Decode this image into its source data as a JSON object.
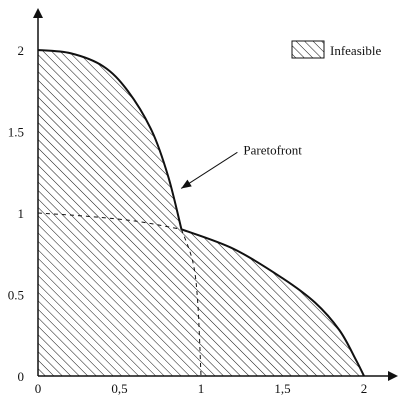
{
  "chart_data": {
    "type": "area",
    "title": "",
    "xlabel": "",
    "ylabel": "",
    "xlim": [
      0,
      2.2
    ],
    "ylim": [
      0,
      2.2
    ],
    "x_ticks": [
      0,
      0.5,
      1,
      1.5,
      2
    ],
    "x_tick_labels": [
      "0",
      "0,5",
      "1",
      "1,5",
      "2"
    ],
    "y_ticks": [
      0,
      0.5,
      1,
      1.5,
      2
    ],
    "y_tick_labels": [
      "0",
      "0.5",
      "1",
      "1.5",
      "2"
    ],
    "grid": false,
    "legend": {
      "placement": "top-right",
      "entries": [
        {
          "label": "Infeasible",
          "pattern": "hatched"
        }
      ]
    },
    "regions": [
      {
        "name": "Infeasible",
        "description": "hatched region under the Pareto front",
        "boundary": [
          [
            0,
            2.0
          ],
          [
            0.2,
            1.98
          ],
          [
            0.4,
            1.9
          ],
          [
            0.55,
            1.75
          ],
          [
            0.7,
            1.5
          ],
          [
            0.8,
            1.22
          ],
          [
            0.88,
            0.9
          ],
          [
            1.2,
            0.78
          ],
          [
            1.5,
            0.6
          ],
          [
            1.7,
            0.45
          ],
          [
            1.85,
            0.28
          ],
          [
            1.95,
            0.1
          ],
          [
            2.0,
            0
          ]
        ]
      }
    ],
    "dashed_curves": [
      {
        "points": [
          [
            0,
            1.0
          ],
          [
            0.3,
            0.98
          ],
          [
            0.6,
            0.95
          ],
          [
            0.88,
            0.9
          ]
        ]
      },
      {
        "points": [
          [
            0.88,
            0.9
          ],
          [
            0.95,
            0.7
          ],
          [
            0.98,
            0.45
          ],
          [
            1.0,
            0
          ]
        ]
      }
    ],
    "annotations": [
      {
        "text": "Paretofront",
        "x": 1.26,
        "y": 1.36,
        "points_to": [
          0.86,
          1.12
        ]
      }
    ]
  }
}
